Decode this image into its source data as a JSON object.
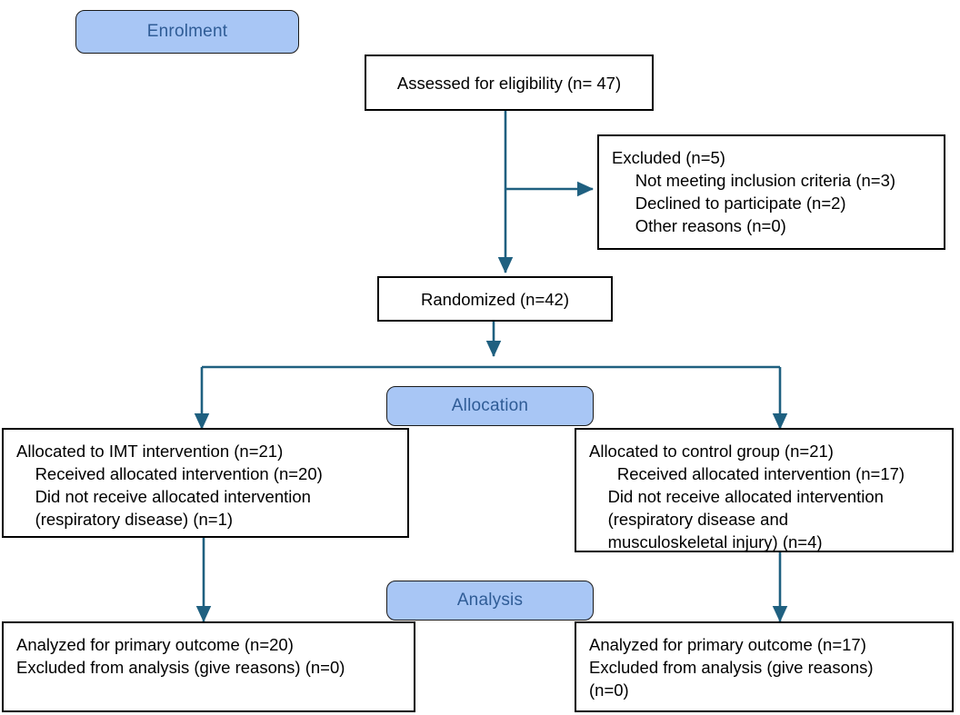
{
  "diagram": {
    "type": "consort-flow-diagram",
    "title": "CONSORT participant flow",
    "colors": {
      "banner_fill": "#a8c6f5",
      "banner_text": "#2f5c96",
      "banner_border": "#1a1a1a",
      "box_border": "#000000",
      "box_fill": "#ffffff",
      "box_text": "#000000",
      "arrow": "#1f6080",
      "page_background": "#ffffff"
    }
  },
  "stages": {
    "enrolment": "Enrolment",
    "allocation": "Allocation",
    "analysis": "Analysis"
  },
  "nodes": {
    "assessed": {
      "label": "Assessed for eligibility (n= 47)",
      "n": 47
    },
    "excluded": {
      "label": "Excluded (n=5)\n     Not meeting inclusion criteria (n=3)\n     Declined to participate (n=2)\n     Other reasons (n=0)",
      "total": 5,
      "reasons": [
        {
          "reason": "Not meeting inclusion criteria",
          "n": 3
        },
        {
          "reason": "Declined to participate",
          "n": 2
        },
        {
          "reason": "Other reasons",
          "n": 0
        }
      ]
    },
    "randomized": {
      "label": "Randomized (n=42)",
      "n": 42
    },
    "allocated_intervention": {
      "label": "Allocated to IMT intervention (n=21)\n    Received allocated intervention (n=20)\n    Did not receive allocated intervention\n    (respiratory disease) (n=1)",
      "allocated_n": 21,
      "received_n": 20,
      "not_received_n": 1,
      "not_received_reason": "respiratory disease"
    },
    "allocated_control": {
      "label": "Allocated to control group (n=21)\n      Received allocated intervention (n=17)\n    Did not receive allocated intervention\n    (respiratory disease and\n    musculoskeletal injury) (n=4)",
      "allocated_n": 21,
      "received_n": 17,
      "not_received_n": 4,
      "not_received_reason": "respiratory disease and musculoskeletal injury"
    },
    "analysis_intervention": {
      "label": "Analyzed for primary outcome (n=20)\nExcluded from analysis (give reasons) (n=0)",
      "analyzed_n": 20,
      "excluded_n": 0
    },
    "analysis_control": {
      "label": "Analyzed for primary outcome (n=17)\nExcluded from analysis (give reasons)\n(n=0)",
      "analyzed_n": 17,
      "excluded_n": 0
    }
  }
}
